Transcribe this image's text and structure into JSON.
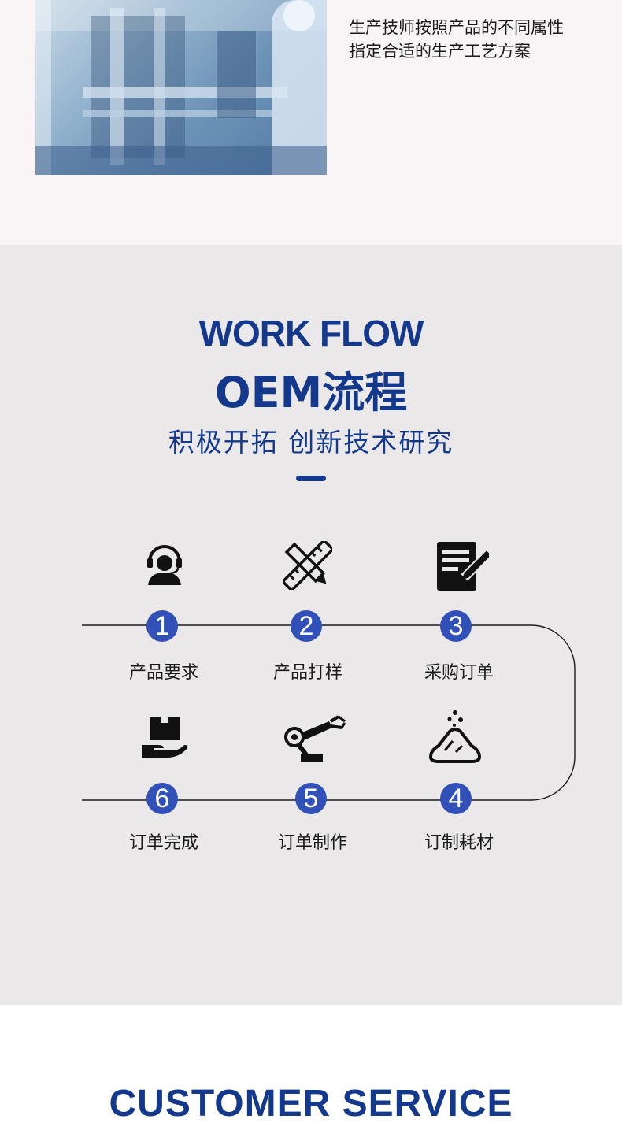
{
  "intro": {
    "description_lines": [
      "生产技师按照产品的不同属性",
      "指定合适的生产工艺方案"
    ]
  },
  "workflow": {
    "title_en": "WORK FLOW",
    "title_cn": "OEM流程",
    "slogan": "积极开拓 创新技术研究",
    "steps": [
      {
        "number": "1",
        "label": "产品要求",
        "icon": "customer-service-icon"
      },
      {
        "number": "2",
        "label": "产品打样",
        "icon": "ruler-pencil-icon"
      },
      {
        "number": "3",
        "label": "采购订单",
        "icon": "document-edit-icon"
      },
      {
        "number": "4",
        "label": "订制耗材",
        "icon": "powder-material-icon"
      },
      {
        "number": "5",
        "label": "订单制作",
        "icon": "robot-arm-icon"
      },
      {
        "number": "6",
        "label": "订单完成",
        "icon": "box-delivery-icon"
      }
    ]
  },
  "service": {
    "title": "CUSTOMER SERVICE"
  },
  "colors": {
    "brand_blue": "#13388c",
    "step_circle": "#3150b8",
    "flow_background": "#eae8e9",
    "top_background": "#f9f5f6"
  }
}
